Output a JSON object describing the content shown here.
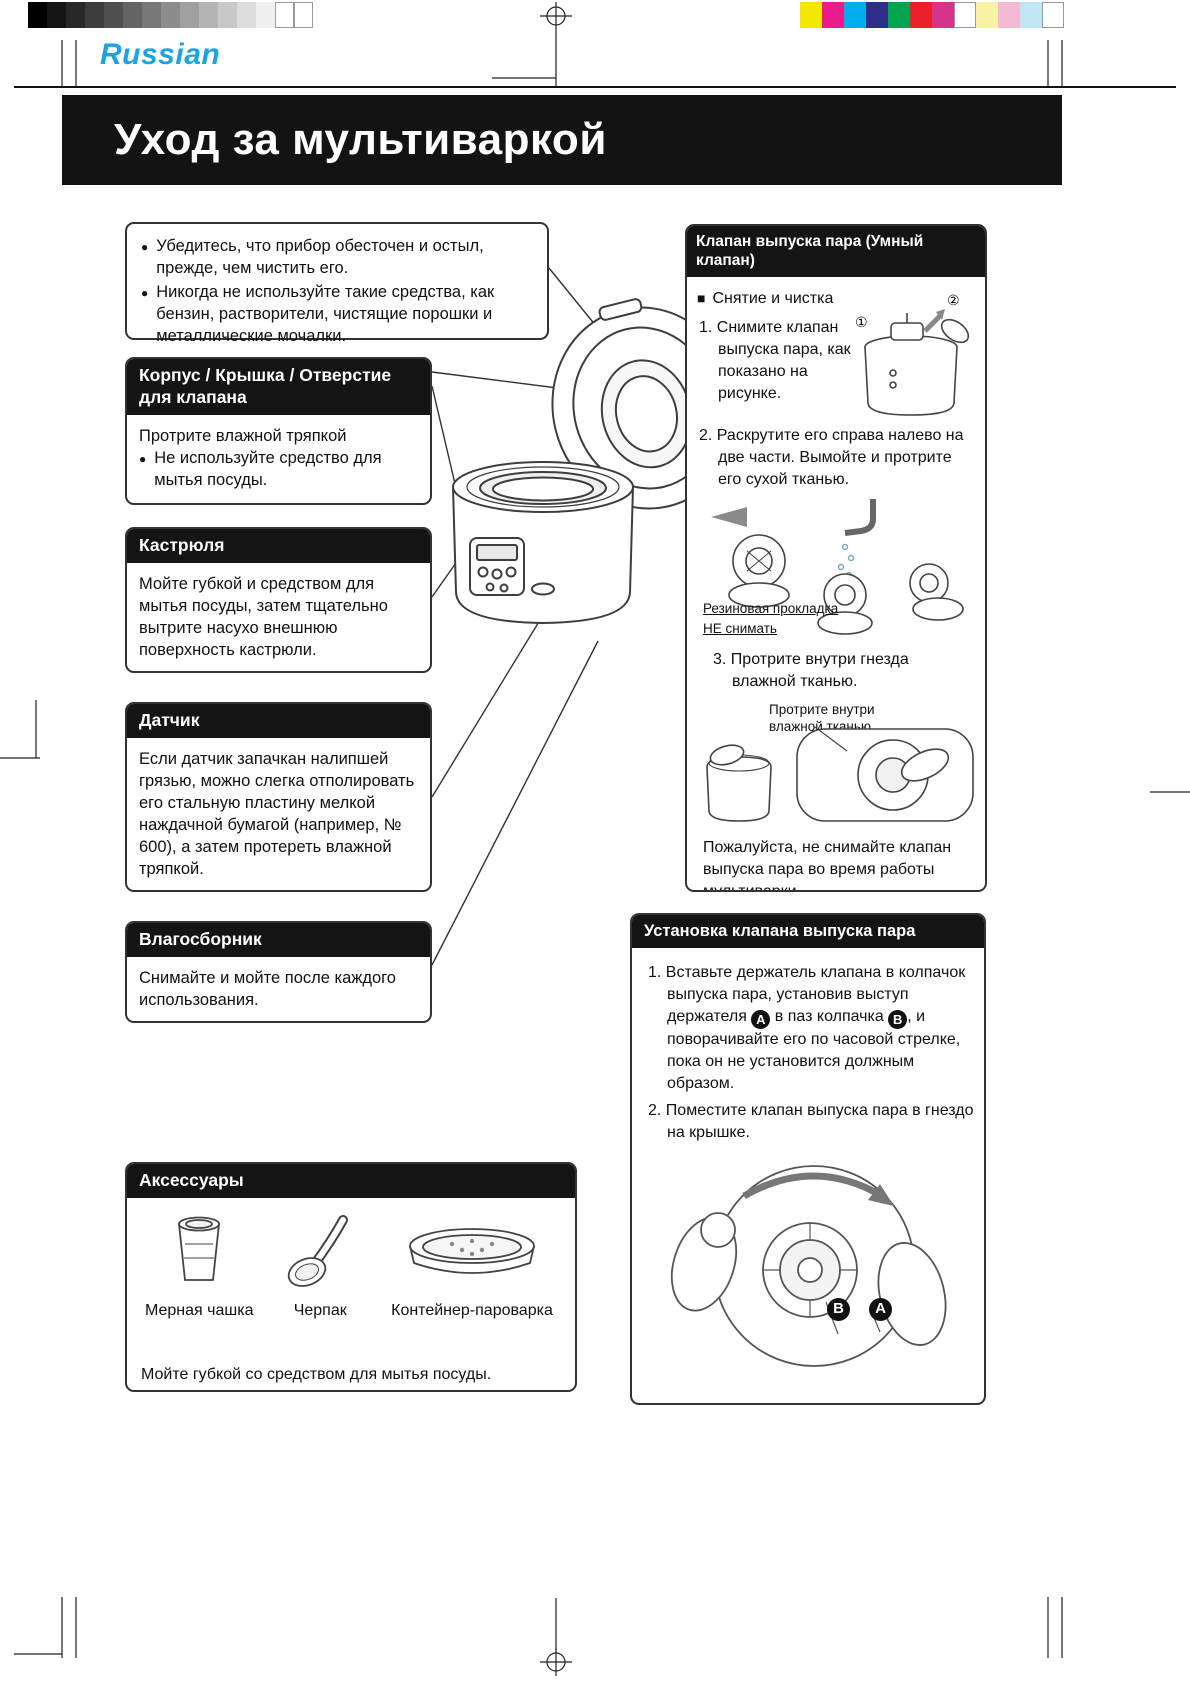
{
  "meta": {
    "language_label": "Russian",
    "title": "Уход за мультиваркой"
  },
  "print_marks": {
    "grayscale": [
      "#000000",
      "#141414",
      "#282828",
      "#3c3c3c",
      "#505050",
      "#646464",
      "#787878",
      "#8c8c8c",
      "#a0a0a0",
      "#b4b4b4",
      "#c8c8c8",
      "#dcdcdc",
      "#f0f0f0",
      "#ffffff",
      "#ffffff"
    ],
    "colors": [
      "#f5e800",
      "#ec1a8b",
      "#00adee",
      "#2e2d88",
      "#00a551",
      "#e9202a",
      "#d8338b",
      "#ffffff",
      "#f9f3a6",
      "#f5b9d4",
      "#bfe6f4",
      "#ffffff"
    ]
  },
  "warning_box": {
    "items": [
      "Убедитесь, что прибор обесточен и остыл, прежде, чем чистить его.",
      "Никогда не используйте такие средства, как бензин, растворители, чистящие порошки и металлические мочалки."
    ]
  },
  "sections": {
    "body_lid": {
      "title": "Корпус / Крышка / Отверстие для клапана",
      "line1": "Протрите влажной тряпкой",
      "bullet1": "Не используйте средство для мытья посуды."
    },
    "pot": {
      "title": "Кастрюля",
      "text": "Мойте губкой и средством для мытья посуды, затем тщательно вытрите насухо внешнюю поверхность кастрюли."
    },
    "sensor": {
      "title": "Датчик",
      "text": "Если датчик запачкан налипшей грязью, можно слегка отполировать его стальную пластину мелкой наждачной бумагой (например, № 600), а затем протереть влажной тряпкой."
    },
    "moisture_collector": {
      "title": "Влагосборник",
      "text": "Снимайте и мойте после каждого использования."
    },
    "accessories": {
      "title": "Аксессуары",
      "items": [
        "Мерная чашка",
        "Черпак",
        "Контейнер-пароварка"
      ],
      "note": "Мойте губкой со средством для мытья посуды."
    }
  },
  "steam_valve": {
    "title": "Клапан выпуска пара (Умный клапан)",
    "subtitle": "Снятие и чистка",
    "step1": "1. Снимите клапан выпуска пара, как показано на рисунке.",
    "step2": "2. Раскрутите его справа налево на две части. Вымойте и протрите его сухой тканью.",
    "gasket_line1": "Резиновая прокладка",
    "gasket_line2": "НЕ снимать",
    "step3": "3. Протрите внутри гнезда влажной тканью.",
    "wipe_label_line1": "Протрите внутри",
    "wipe_label_line2": "влажной тканью.",
    "warning": "Пожалуйста, не снимайте клапан выпуска пара во время работы мультиварки.",
    "marks": [
      "①",
      "②"
    ]
  },
  "valve_install": {
    "title": "Установка клапана выпуска пара",
    "step1_part1": "1. Вставьте держатель клапана в колпачок выпуска пара, установив выступ держателя ",
    "badge_a": "A",
    "step1_part2": " в паз колпачка ",
    "badge_b": "B",
    "step1_part3": ", и поворачивайте его по часовой стрелке, пока он не установится должным образом.",
    "step2": "2. Поместите клапан выпуска пара в гнездо на крышке.",
    "fig_labels": [
      "B",
      "A"
    ]
  }
}
